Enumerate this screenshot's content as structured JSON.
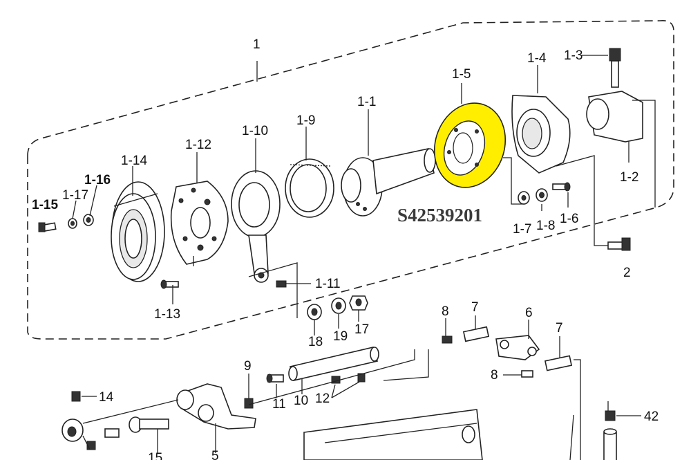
{
  "diagram": {
    "part_number": "S42539201",
    "highlight_color": "#ffee00",
    "labels": {
      "l1": "1",
      "l1_1": "1-1",
      "l1_2": "1-2",
      "l1_3": "1-3",
      "l1_4": "1-4",
      "l1_5": "1-5",
      "l1_6": "1-6",
      "l1_7": "1-7",
      "l1_8": "1-8",
      "l1_9": "1-9",
      "l1_10": "1-10",
      "l1_11": "1-11",
      "l1_12": "1-12",
      "l1_13": "1-13",
      "l1_14": "1-14",
      "l1_15": "1-15",
      "l1_16": "1-16",
      "l1_17": "1-17",
      "l2": "2",
      "l5": "5",
      "l6": "6",
      "l7a": "7",
      "l7b": "7",
      "l8a": "8",
      "l8b": "8",
      "l9": "9",
      "l10": "10",
      "l11": "11",
      "l12": "12",
      "l14": "14",
      "l15": "15",
      "l17": "17",
      "l18": "18",
      "l19": "19",
      "l42": "42"
    }
  }
}
